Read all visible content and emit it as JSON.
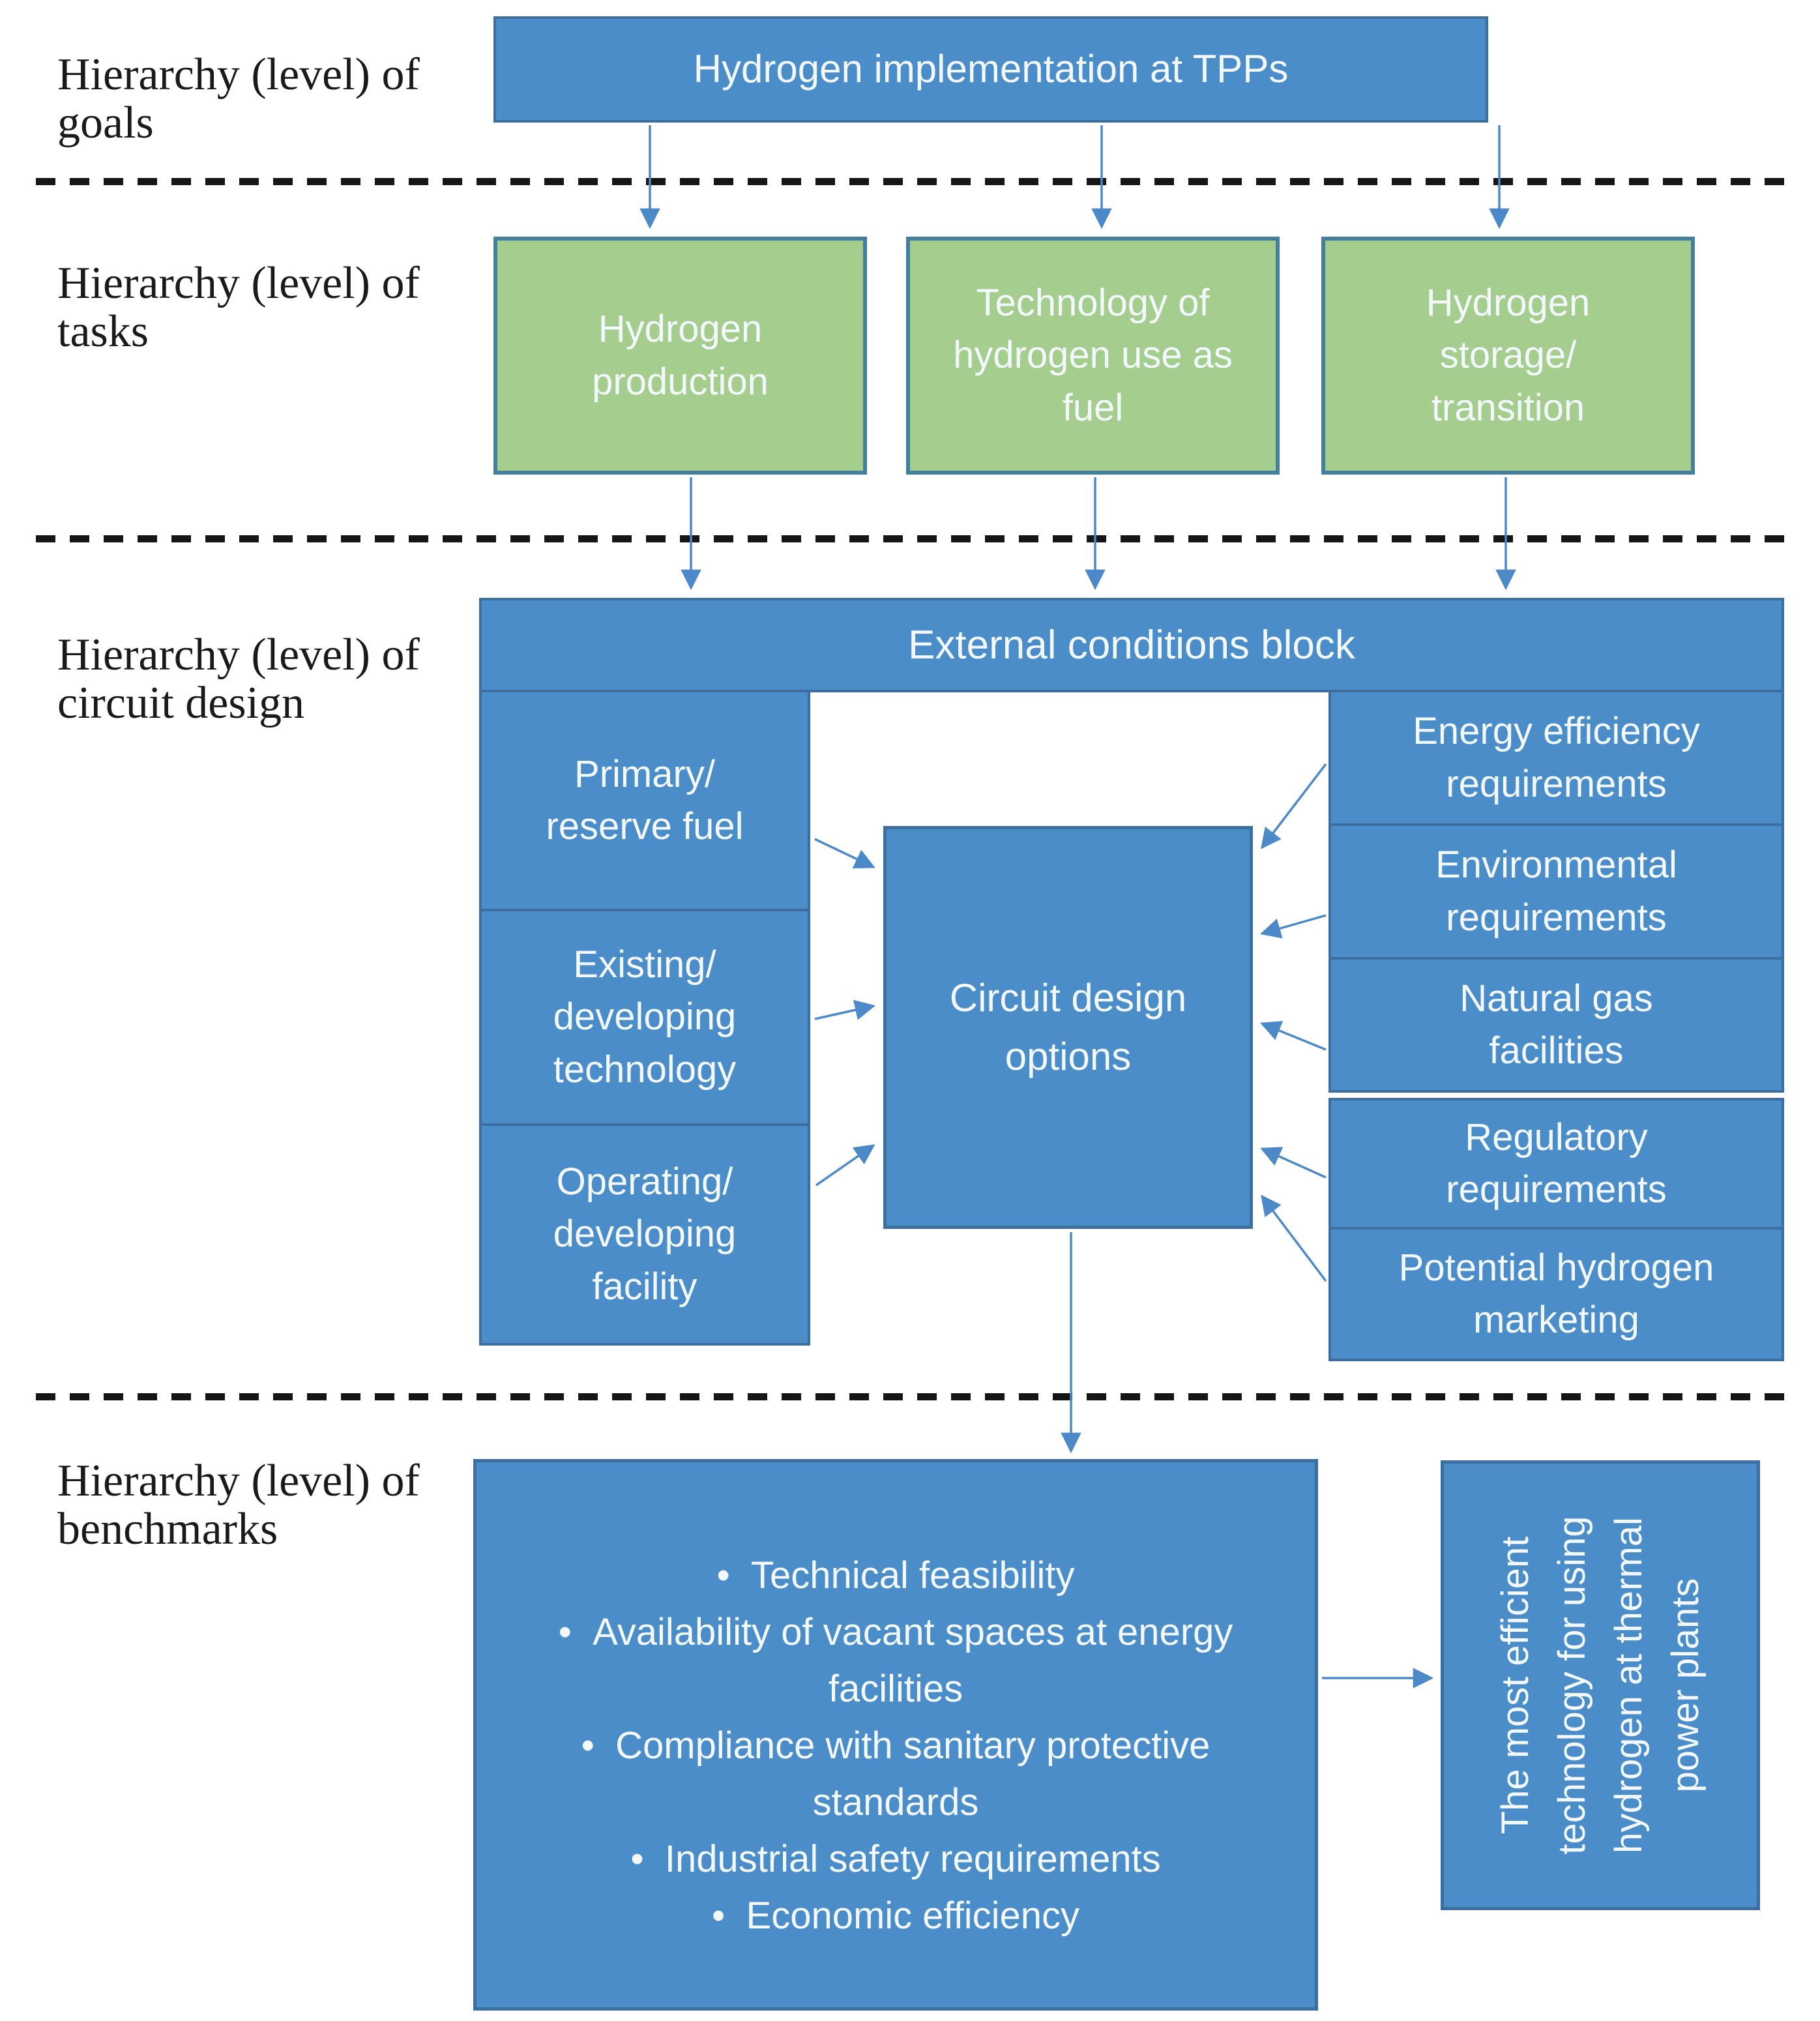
{
  "colors": {
    "blue_fill": "#4b8dc9",
    "blue_border": "#3c6e9f",
    "green_fill": "#a5cd8d",
    "green_border": "#44809d",
    "arrow": "#4b89c8",
    "dash_color": "#161616",
    "box_text": "#f2f8fc",
    "label_color": "#1a1a1a",
    "bg": "#ffffff"
  },
  "labels": {
    "goals": {
      "line1": "Hierarchy (level) of",
      "line2": "goals"
    },
    "tasks": {
      "line1": "Hierarchy (level) of",
      "line2": "tasks"
    },
    "circuit": {
      "line1": "Hierarchy (level) of",
      "line2": "circuit design"
    },
    "benchmarks": {
      "line1": "Hierarchy (level) of",
      "line2": "benchmarks"
    }
  },
  "goal_box": {
    "text": "Hydrogen implementation at TPPs"
  },
  "task_boxes": [
    {
      "lines": [
        "Hydrogen",
        "production"
      ]
    },
    {
      "lines": [
        "Technology of",
        "hydrogen use as",
        "fuel"
      ]
    },
    {
      "lines": [
        "Hydrogen",
        "storage/",
        "transition"
      ]
    }
  ],
  "external_block": {
    "text": "External conditions block"
  },
  "left_boxes": [
    {
      "lines": [
        "Primary/",
        "reserve fuel"
      ]
    },
    {
      "lines": [
        "Existing/",
        "developing",
        "technology"
      ]
    },
    {
      "lines": [
        "Operating/",
        "developing",
        "facility"
      ]
    }
  ],
  "center_box": {
    "lines": [
      "Circuit design",
      "options"
    ]
  },
  "right_boxes": [
    {
      "lines": [
        "Energy efficiency",
        "requirements"
      ]
    },
    {
      "lines": [
        "Environmental",
        "requirements"
      ]
    },
    {
      "lines": [
        "Natural gas",
        "facilities"
      ]
    },
    {
      "lines": [
        "Regulatory",
        "requirements"
      ]
    },
    {
      "lines": [
        "Potential hydrogen",
        "marketing"
      ]
    }
  ],
  "benchmark_box": {
    "bullet": "•",
    "items": [
      "Technical feasibility",
      "Availability of vacant spaces at energy facilities",
      "Compliance with sanitary protective standards",
      "Industrial safety requirements",
      "Economic efficiency"
    ]
  },
  "result_box": {
    "lines": [
      "The most efficient",
      "technology for using",
      "hydrogen at thermal",
      "power plants"
    ]
  }
}
